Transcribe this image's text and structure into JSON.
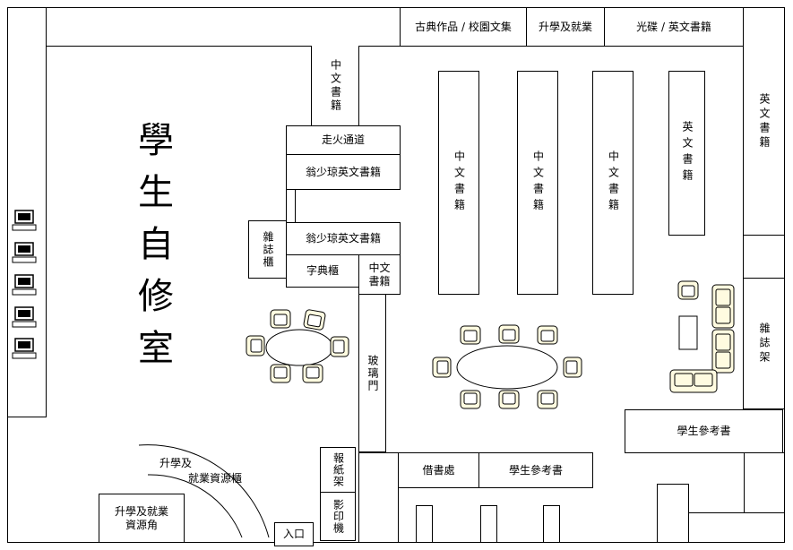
{
  "top_bar": {
    "classics": "古典作品 / 校園文集",
    "study_career": "升學及就業",
    "cd_books": "光碟 / 英文書籍"
  },
  "room_title": "學生自修室",
  "shelves": {
    "chinese_books": "中文書籍",
    "english_books": "英文書籍",
    "fire_exit": "走火通道",
    "weng_english_1": "翁少琼英文書籍",
    "weng_english_2": "翁少琼英文書籍",
    "magazine_cabinet": "雜誌櫃",
    "dictionary_cabinet": "字典櫃",
    "glass_door": "玻璃門",
    "magazine_rack": "雜誌架",
    "student_ref_right": "學生參考書",
    "student_ref_bottom": "學生參考書",
    "loan_desk": "借書處",
    "newspaper_rack": "報紙架",
    "photocopier": "影印機",
    "entrance": "入口"
  },
  "career_curve": {
    "line1": "升學及",
    "line2": "就業資源櫃"
  },
  "career_corner": {
    "line1": "升學及就業",
    "line2": "資源角"
  }
}
